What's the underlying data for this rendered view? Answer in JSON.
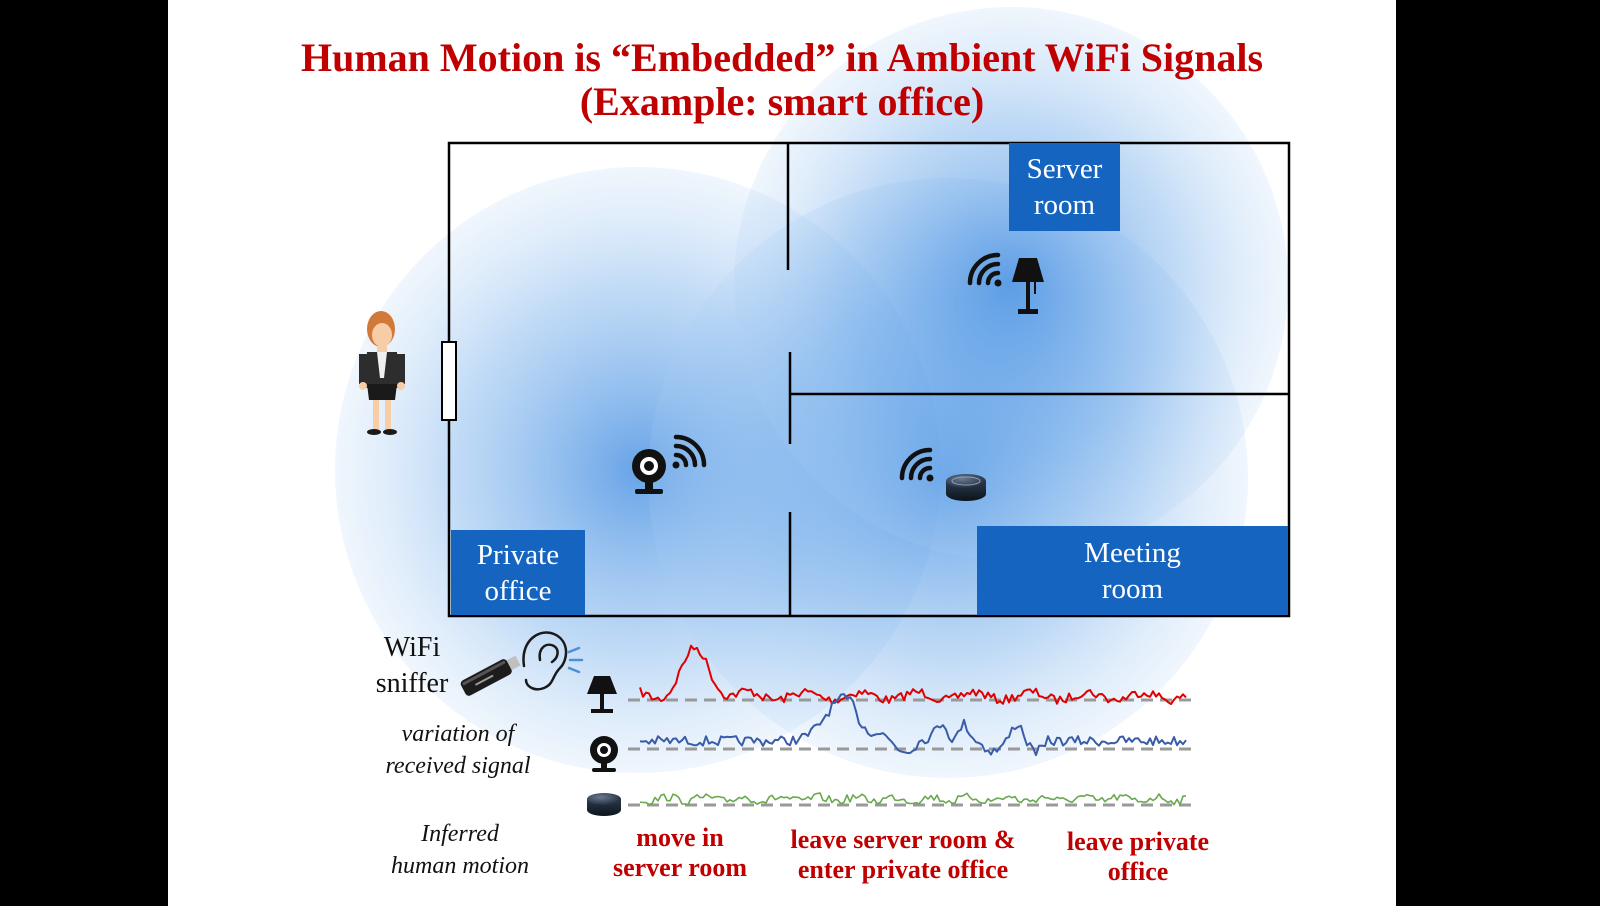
{
  "title": "Human Motion is “Embedded” in Ambient WiFi Signals",
  "subtitle": "(Example: smart office)",
  "rooms": {
    "server": {
      "line1": "Server",
      "line2": "room"
    },
    "private": {
      "line1": "Private",
      "line2": "office"
    },
    "meeting": {
      "line1": "Meeting",
      "line2": "room"
    }
  },
  "sniffer": {
    "line1": "WiFi",
    "line2": "sniffer"
  },
  "variation": {
    "line1": "variation of",
    "line2": "received signal"
  },
  "inferred": {
    "line1": "Inferred",
    "line2": "human motion"
  },
  "events": [
    {
      "line1": "move in",
      "line2": "server room"
    },
    {
      "line1": "leave server room &",
      "line2": "enter private office"
    },
    {
      "line1": "leave private",
      "line2": "office"
    }
  ],
  "icons": [
    "person-icon",
    "door-icon",
    "camera-icon",
    "lamp-icon",
    "smart-speaker-icon",
    "wifi-signal-icon",
    "usb-sniffer-icon",
    "ear-icon"
  ],
  "colors": {
    "title": "#c00000",
    "label_bg": "#1565c0",
    "lamp_signal": "#e00000",
    "camera_signal": "#3a5ca8",
    "speaker_signal": "#6aa84f",
    "baseline": "#999999",
    "coverage": "#4a90e2"
  }
}
